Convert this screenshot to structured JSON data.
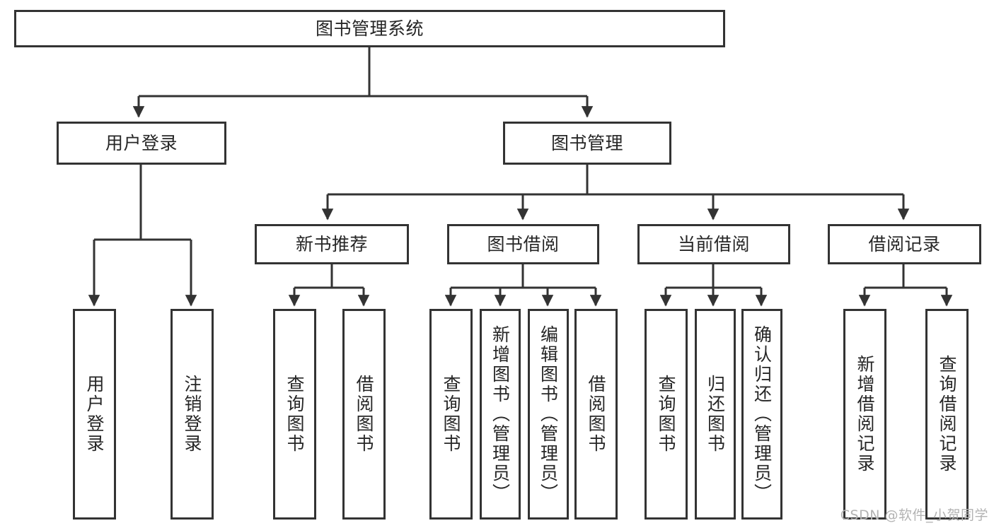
{
  "diagram": {
    "title": "图书管理系统",
    "type": "tree-hierarchy-diagram",
    "colors": {
      "box_border": "#333333",
      "box_fill": "#ffffff",
      "text": "#262626",
      "connector": "#333333",
      "watermark": "#b3b3b3",
      "background": "#ffffff"
    },
    "root": {
      "label": "图书管理系统"
    },
    "level2": [
      {
        "label": "用户登录"
      },
      {
        "label": "图书管理"
      }
    ],
    "level3": [
      {
        "label": "新书推荐"
      },
      {
        "label": "图书借阅"
      },
      {
        "label": "当前借阅"
      },
      {
        "label": "借阅记录"
      }
    ],
    "leaves": {
      "user_login": [
        {
          "label": "用户登录"
        },
        {
          "label": "注销登录"
        }
      ],
      "new_book_recommend": [
        {
          "label": "查询图书"
        },
        {
          "label": "借阅图书"
        }
      ],
      "book_borrow": [
        {
          "label": "查询图书"
        },
        {
          "label": "新增图书（管理员）"
        },
        {
          "label": "编辑图书（管理员）"
        },
        {
          "label": "借阅图书"
        }
      ],
      "current_borrow": [
        {
          "label": "查询图书"
        },
        {
          "label": "归还图书"
        },
        {
          "label": "确认归还（管理员）"
        }
      ],
      "borrow_records": [
        {
          "label": "新增借阅记录"
        },
        {
          "label": "查询借阅记录"
        }
      ]
    }
  },
  "watermark": {
    "text": "CSDN @软件_小贺同学"
  }
}
